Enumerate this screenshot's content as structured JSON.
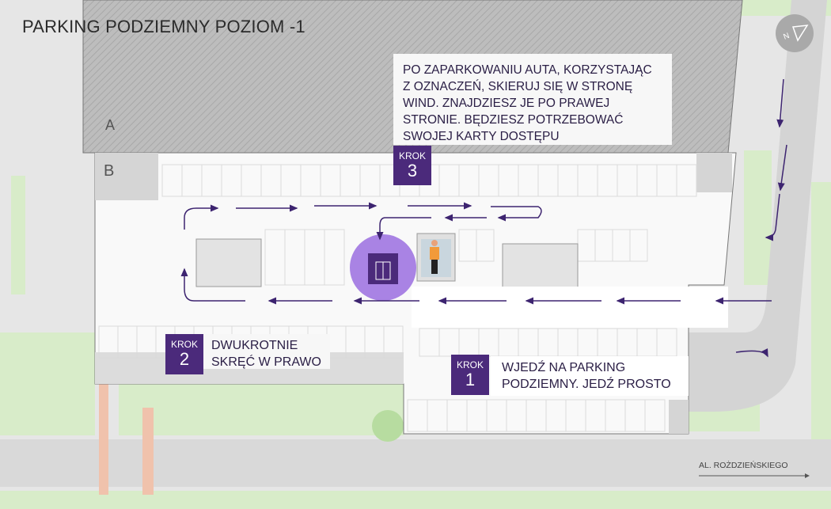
{
  "title": "PARKING PODZIEMNY POZIOM -1",
  "buildings": {
    "a": "A",
    "b": "B"
  },
  "steps": [
    {
      "label": "KROK",
      "number": "1",
      "text_line1": "WJEDŹ NA PARKING",
      "text_line2": "PODZIEMNY. JEDŹ PROSTO"
    },
    {
      "label": "KROK",
      "number": "2",
      "text_line1": "DWUKROTNIE",
      "text_line2": "SKRĘĆ W PRAWO"
    },
    {
      "label": "KROK",
      "number": "3",
      "lines": [
        "PO ZAPARKOWANIU AUTA, KORZYSTAJĄC",
        "Z OZNACZEŃ, SKIERUJ SIĘ W STRONĘ",
        "WIND. ZNAJDZIESZ JE PO PRAWEJ",
        "STRONIE. BĘDZIESZ POTRZEBOWAĆ",
        "SWOJEJ KARTY DOSTĘPU"
      ]
    }
  ],
  "street": "AL. ROŻDZIEŃSKIEGO",
  "compass": {
    "icon": "north-compass-icon",
    "letter": "N"
  },
  "colors": {
    "accent": "#4b2a7b",
    "highlight": "#9b6fe0",
    "arrow": "#3d2470",
    "grass": "#d8ecc9"
  }
}
